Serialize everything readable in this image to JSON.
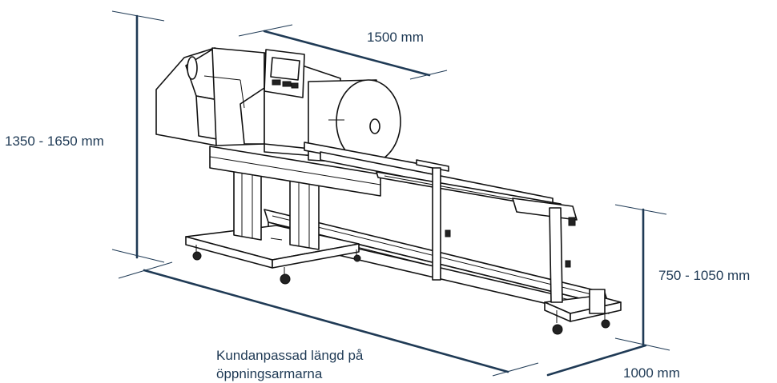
{
  "dimensions": {
    "width": "1500 mm",
    "height": "1350 - 1650 mm",
    "arm_height": "750 - 1050 mm",
    "depth": "1000 mm",
    "length_line1": "Kundanpassad längd på",
    "length_line2": "öppningsarmarna"
  },
  "colors": {
    "dimension_ink": "#1f3a55",
    "drawing_ink": "#111111"
  }
}
